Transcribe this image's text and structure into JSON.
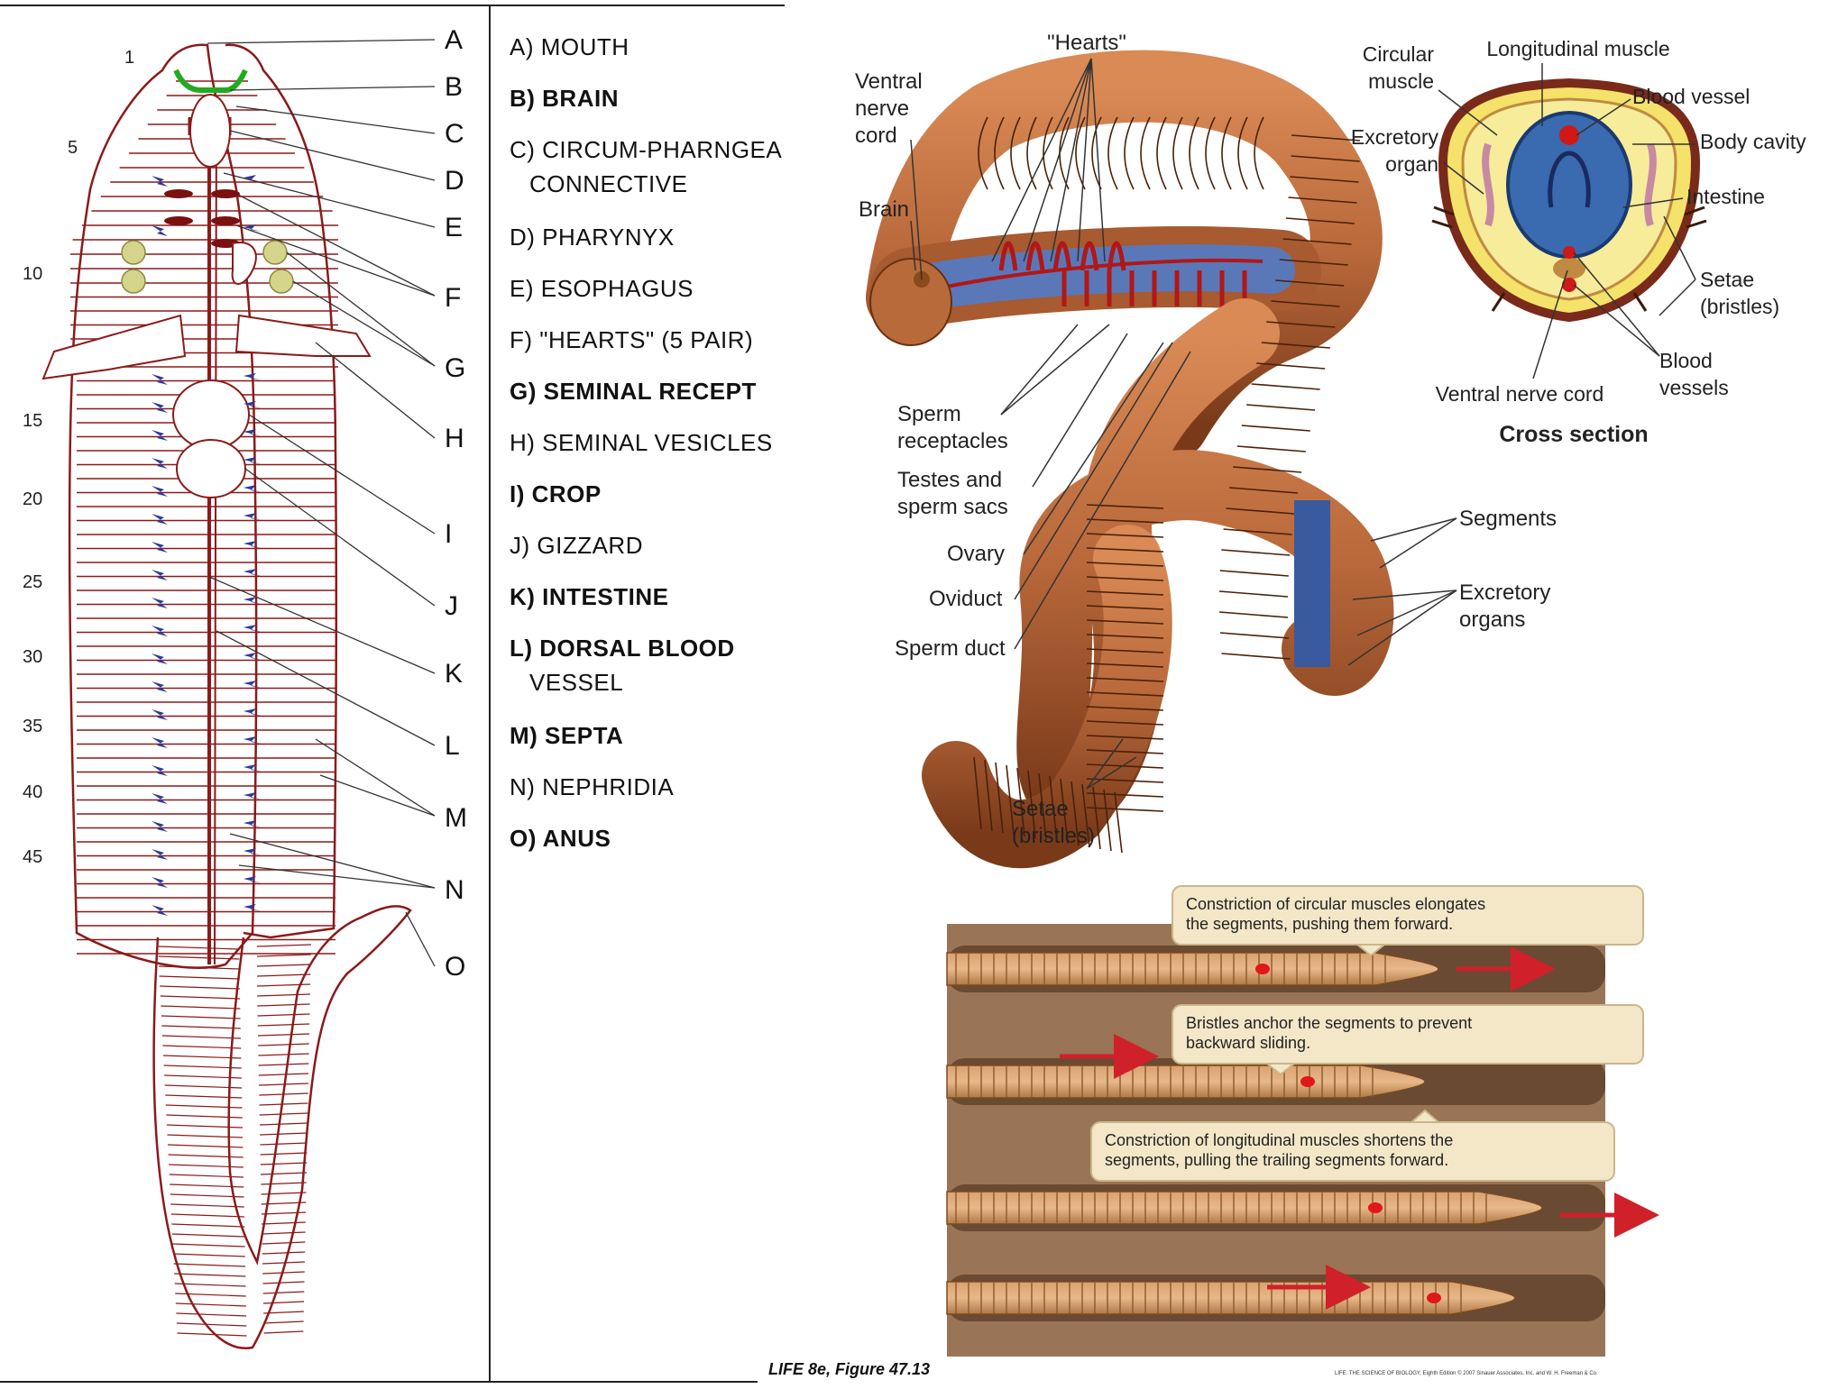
{
  "dissection": {
    "segment_numbers": [
      "1",
      "5",
      "10",
      "15",
      "20",
      "25",
      "30",
      "35",
      "40",
      "45"
    ],
    "letters": [
      "A",
      "B",
      "C",
      "D",
      "E",
      "F",
      "G",
      "H",
      "I",
      "J",
      "K",
      "L",
      "M",
      "N",
      "O"
    ]
  },
  "legend": [
    {
      "text": "A) MOUTH",
      "bold": false
    },
    {
      "text": "B) BRAIN",
      "bold": true
    },
    {
      "text": "C) CIRCUM-PHARNGEA",
      "bold": false
    },
    {
      "text": "CONNECTIVE",
      "bold": false,
      "indent": true
    },
    {
      "text": "D) PHARYNYX",
      "bold": false
    },
    {
      "text": "E) ESOPHAGUS",
      "bold": false
    },
    {
      "text": "F) \"HEARTS\" (5 PAIR)",
      "bold": false
    },
    {
      "text": "G) SEMINAL RECEPT",
      "bold": true
    },
    {
      "text": "H) SEMINAL VESICLES",
      "bold": false
    },
    {
      "text": "I) CROP",
      "bold": true
    },
    {
      "text": "J) GIZZARD",
      "bold": false
    },
    {
      "text": "K) INTESTINE",
      "bold": true
    },
    {
      "text": "L) DORSAL BLOOD",
      "bold": true
    },
    {
      "text": "VESSEL",
      "bold": false,
      "indent": true
    },
    {
      "text": "M) SEPTA",
      "bold": true
    },
    {
      "text": "N) NEPHRIDIA",
      "bold": false
    },
    {
      "text": "O) ANUS",
      "bold": true
    }
  ],
  "anatomy": {
    "hearts": "\"Hearts\"",
    "ventral_nerve_cord": [
      "Ventral",
      "nerve",
      "cord"
    ],
    "brain": "Brain",
    "sperm_receptacles": [
      "Sperm",
      "receptacles"
    ],
    "testes": [
      "Testes and",
      "sperm sacs"
    ],
    "ovary": "Ovary",
    "oviduct": "Oviduct",
    "sperm_duct": "Sperm duct",
    "setae": [
      "Setae",
      "(bristles)"
    ],
    "segments": "Segments",
    "excretory_organs": [
      "Excretory",
      "organs"
    ]
  },
  "cross_section": {
    "circular_muscle": [
      "Circular",
      "muscle"
    ],
    "longitudinal_muscle": "Longitudinal muscle",
    "blood_vessel": "Blood vessel",
    "body_cavity": "Body cavity",
    "excretory_organ": [
      "Excretory",
      "organ"
    ],
    "intestine": "Intestine",
    "setae": [
      "Setae",
      "(bristles)"
    ],
    "ventral_nerve_cord": "Ventral nerve cord",
    "blood_vessels": [
      "Blood",
      "vessels"
    ],
    "title": "Cross section"
  },
  "locomotion": {
    "caption1": [
      "Constriction of circular muscles elongates",
      "the segments, pushing them forward."
    ],
    "caption2": [
      "Bristles anchor the segments to prevent",
      "backward sliding."
    ],
    "caption3": [
      "Constriction of longitudinal muscles shortens the",
      "segments, pulling the trailing segments forward."
    ]
  },
  "credit": {
    "figure": "LIFE 8e, Figure 47.13",
    "publisher": "LIFE: THE SCIENCE OF BIOLOGY, Eighth Edition  © 2007 Sinauer Associates, Inc. and W. H. Freeman & Co."
  },
  "colors": {
    "worm_outline": "#8b1a1a",
    "nephridia": "#2a3a9a",
    "brain": "#22aa22",
    "seminal_receptacle": "#c8c870",
    "worm_body": "#b8683a",
    "intestine_blue": "#3a5aa0",
    "soil": "#a07a5a",
    "caption_box": "#f3e7c8"
  }
}
